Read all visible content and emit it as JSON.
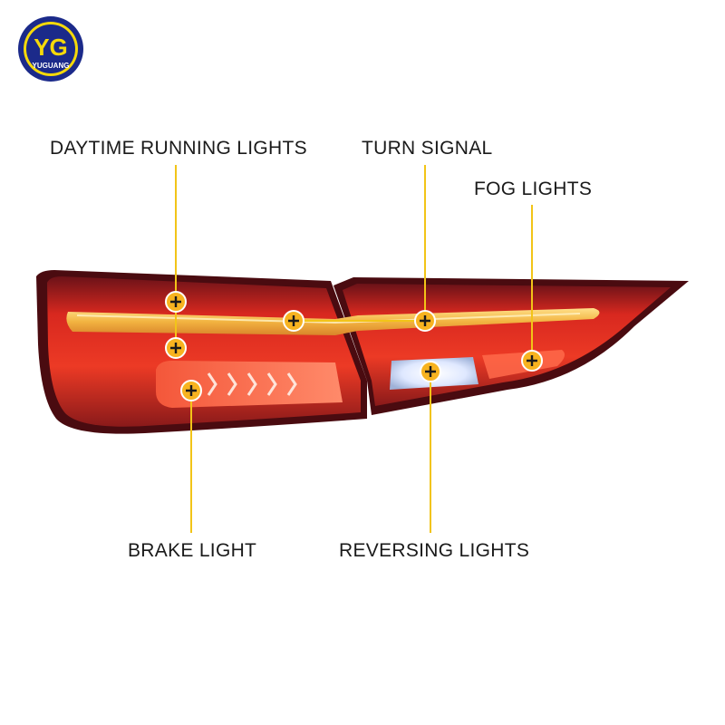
{
  "brand": {
    "monogram": "YG",
    "name": "YUGUANG",
    "ring_color": "#1b2a8a",
    "fill_color": "#f5d90a"
  },
  "callouts": {
    "daytime_running_lights": "DAYTIME RUNNING LIGHTS",
    "turn_signal": "TURN SIGNAL",
    "fog_lights": "FOG LIGHTS",
    "brake_light": "BRAKE LIGHT",
    "reversing_lights": "REVERSING LIGHTS"
  },
  "colors": {
    "leader_line": "#f2c418",
    "marker_fill": "#f7b320",
    "lamp_red": "#e0281e",
    "lamp_dark": "#5a0f14",
    "amber_strip": "#f0b23a",
    "reverse_white": "#eef3ff"
  }
}
